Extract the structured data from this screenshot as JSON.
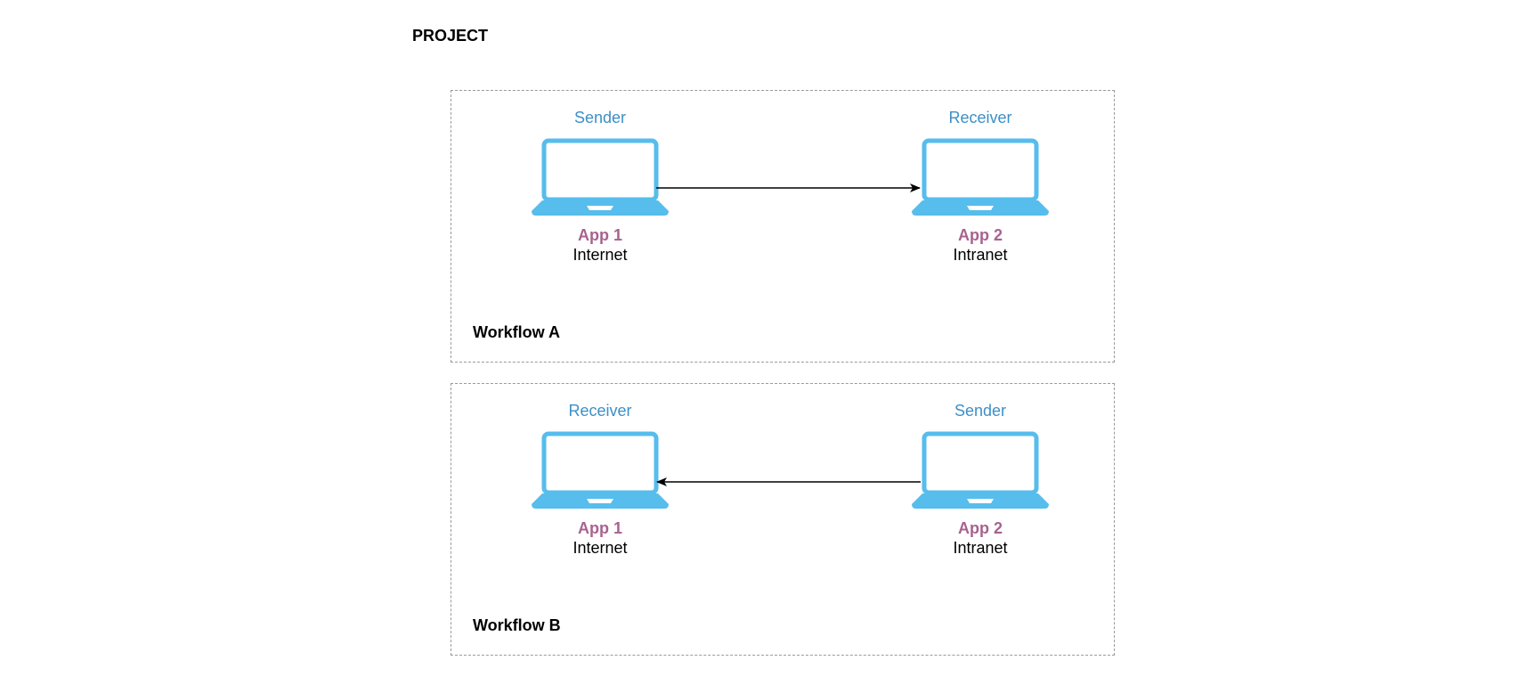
{
  "project": {
    "title": "PROJECT"
  },
  "colors": {
    "laptop": "#56bdec",
    "role_text": "#3d8fc7",
    "app_text": "#a8628f",
    "border": "#9a9a9a",
    "arrow": "#000000"
  },
  "workflows": [
    {
      "label": "Workflow A",
      "left": {
        "role": "Sender",
        "app": "App 1",
        "network": "Internet",
        "icon": "laptop-icon"
      },
      "right": {
        "role": "Receiver",
        "app": "App 2",
        "network": "Intranet",
        "icon": "laptop-icon"
      },
      "arrow_direction": "left-to-right"
    },
    {
      "label": "Workflow B",
      "left": {
        "role": "Receiver",
        "app": "App 1",
        "network": "Internet",
        "icon": "laptop-icon"
      },
      "right": {
        "role": "Sender",
        "app": "App 2",
        "network": "Intranet",
        "icon": "laptop-icon"
      },
      "arrow_direction": "right-to-left"
    }
  ]
}
